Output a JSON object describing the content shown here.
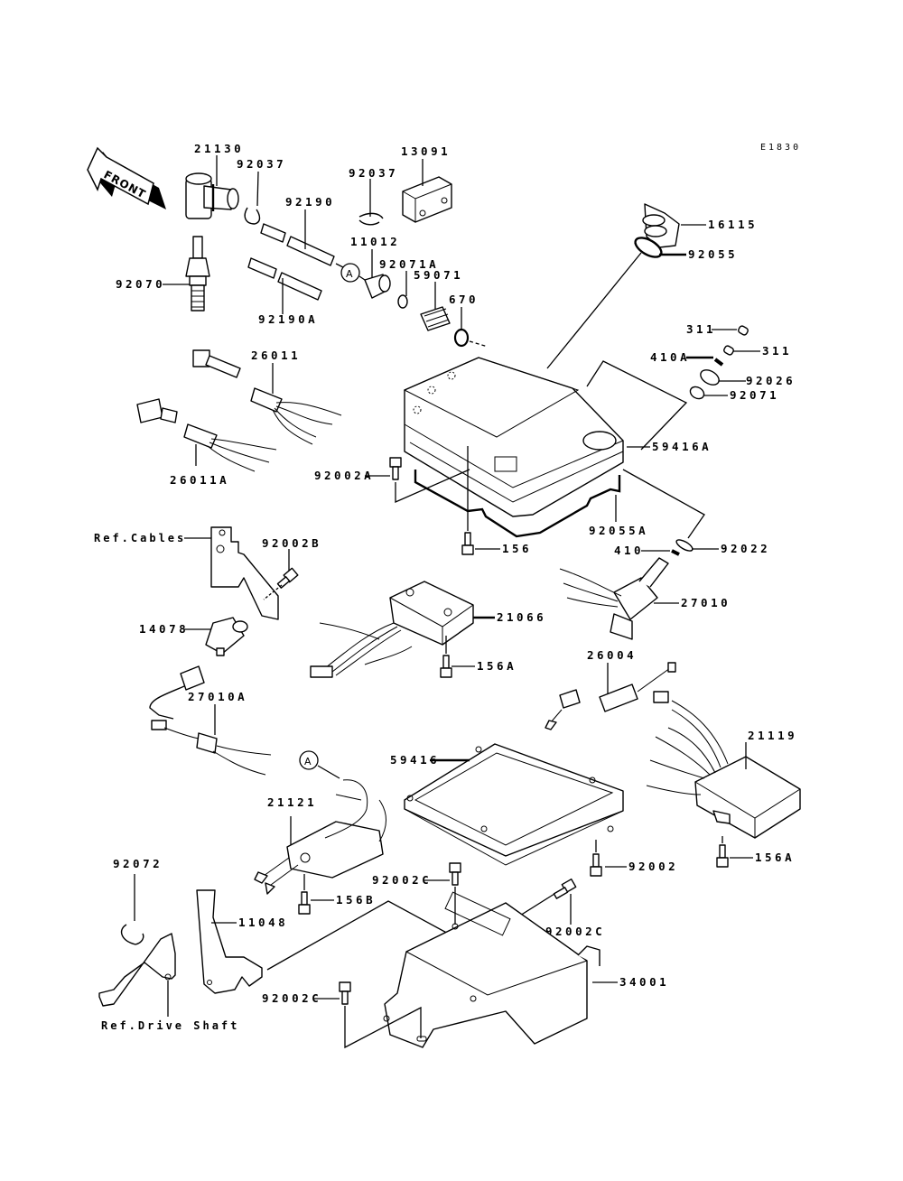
{
  "diagram": {
    "code": "E1830",
    "front_arrow_label": "FRONT",
    "callout_marker": "A",
    "labels": {
      "p21130": "21130",
      "p92037a": "92037",
      "p92037b": "92037",
      "p13091": "13091",
      "p92190": "92190",
      "p92190A": "92190A",
      "p92070": "92070",
      "p11012": "11012",
      "p92071A": "92071A",
      "p59071": "59071",
      "p670": "670",
      "p16115": "16115",
      "p92055": "92055",
      "p311a": "311",
      "p311b": "311",
      "p410A": "410A",
      "p92026": "92026",
      "p92071": "92071",
      "p26011": "26011",
      "p26011A": "26011A",
      "p92002A": "92002A",
      "p59416A": "59416A",
      "p92055A": "92055A",
      "p156": "156",
      "p410": "410",
      "p92022": "92022",
      "p27010": "27010",
      "refCables": "Ref.Cables",
      "p92002B": "92002B",
      "p21066": "21066",
      "p14078": "14078",
      "p156A_a": "156A",
      "p27010A": "27010A",
      "p26004": "26004",
      "p59416": "59416",
      "p21119": "21119",
      "p21121": "21121",
      "p156A_b": "156A",
      "p92002": "92002",
      "p92072": "92072",
      "p156B": "156B",
      "p92002C_a": "92002C",
      "p11048": "11048",
      "p92002C_b": "92002C",
      "p34001": "34001",
      "p92002C_c": "92002C",
      "refDriveShaft": "Ref.Drive Shaft"
    }
  }
}
